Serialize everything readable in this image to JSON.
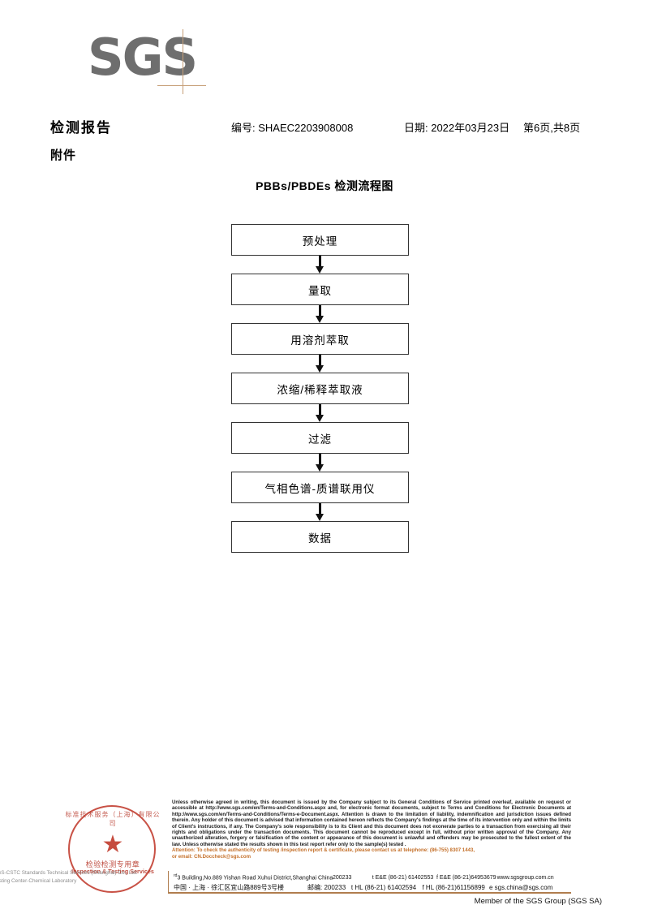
{
  "logo": {
    "text": "SGS"
  },
  "header": {
    "title": "检测报告",
    "attachment_label": "附件",
    "report_no": "编号: SHAEC2203908008",
    "date": "日期: 2022年03月23日",
    "page": "第6页,共8页"
  },
  "flowchart": {
    "title": "PBBs/PBDEs 检测流程图",
    "nodes": [
      {
        "label": "预处理"
      },
      {
        "label": "量取"
      },
      {
        "label": "用溶剂萃取"
      },
      {
        "label": "浓缩/稀释萃取液"
      },
      {
        "label": "过滤"
      },
      {
        "label": "气相色谱-质谱联用仪"
      },
      {
        "label": "数据"
      }
    ]
  },
  "footer": {
    "legal": [
      "Unless otherwise agreed in writing, this document is issued by the Company subject to its General Conditions of Service printed overleaf, available on request or accessible at http://www.sgs.com/en/Terms-and-Conditions.aspx and, for electronic format documents, subject to Terms and Conditions for Electronic Documents at http://www.sgs.com/en/Terms-and-Conditions/Terms-e-Document.aspx. Attention is drawn to the limitation of liability, indemnification and jurisdiction issues defined therein. Any holder of this document is advised that information contained hereon reflects the Company's findings at the time of its intervention only and within the limits of Client's instructions, if any. The Company's sole responsibility is to its Client and this document does not exonerate parties to a transaction from exercising all their rights and obligations under the transaction documents. This document cannot be reproduced except in full, without prior written approval of the Company. Any unauthorized alteration, forgery or falsification of the content or appearance of this document is unlawful and offenders may be prosecuted to the fullest extent of the law. Unless otherwise stated the results shown in this test report refer only to the sample(s) tested ."
    ],
    "attention": [
      "Attention: To check the authenticity of testing /inspection report & certificate, please contact us at telephone: (86-755) 8307 1443,",
      "or email: CN.Doccheck@sgs.com"
    ],
    "address_en": "3 Building,No.889 Yishan Road Xuhui District,Shanghai China",
    "address_en_sup": "rd",
    "zip_en": "200233",
    "address_cn": "中国 · 上海 · 徐汇区宜山路889号3号楼",
    "zip_cn": "邮编: 200233",
    "tel_1": "t E&E (86-21) 61402553",
    "fax_1": "f E&E (86-21)64953679",
    "web": "www.sgsgroup.com.cn",
    "tel_2": "t HL (86-21) 61402594",
    "fax_2": "f HL (86-21)61156899",
    "email": "e  sgs.china@sgs.com",
    "member": "Member of the SGS Group (SGS SA)"
  },
  "seal": {
    "arc_top": "标准技术服务（上海）有限公司",
    "star": "★",
    "cn_label": "检验检测专用章",
    "en_label": "Inspection & Testing Services",
    "company_line1": "SGS-CSTC Standards Technical Services (Shanghai) Co., Ltd.",
    "company_line2": "Testing Center-Chemical Laboratory"
  },
  "colors": {
    "logo_gray": "#6e6e6e",
    "accent_tan": "#c79f78",
    "seal_red": "#c0392b",
    "attention_orange": "#c4702a"
  }
}
